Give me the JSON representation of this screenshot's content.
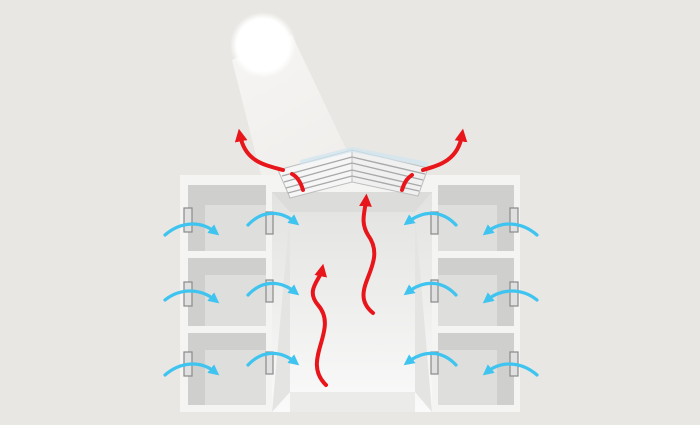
{
  "diagram": {
    "subject_icons": [
      "sun-icon",
      "light-beam",
      "building-section",
      "skylight-louvers",
      "warm-air-arrow",
      "cool-air-arrow",
      "window-vent-icon"
    ],
    "colors": {
      "background": "#e9e7e3",
      "warm_air": "#e8161b",
      "cool_air": "#3fc4ef",
      "building": "#f4f4f3",
      "room_interior": "#cfcfcd",
      "sun": "#ffffff"
    }
  }
}
